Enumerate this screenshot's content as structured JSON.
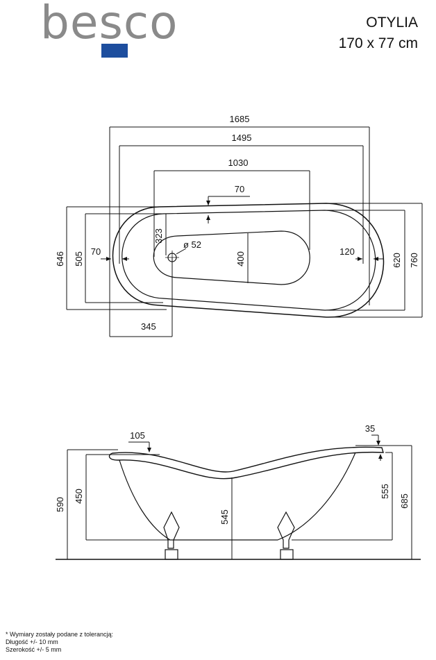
{
  "brand": {
    "logo_text": "besco",
    "accent_color": "#1d4e9e",
    "text_color": "#8a8a8a"
  },
  "product": {
    "name": "OTYLIA",
    "size": "170 x 77 cm"
  },
  "top_view": {
    "dims": {
      "length_outer": "1685",
      "length_rim": "1495",
      "length_bottom": "1030",
      "rim_top": "70",
      "rim_left": "70",
      "rim_right": "120",
      "height_323": "323",
      "drain": "ø 52",
      "bottom_width": "400",
      "width_646": "646",
      "width_505": "505",
      "width_620": "620",
      "width_760": "760",
      "drain_offset": "345"
    }
  },
  "side_view": {
    "dims": {
      "rim_105": "105",
      "rim_35": "35",
      "height_590": "590",
      "height_450": "450",
      "depth_545": "545",
      "height_555": "555",
      "height_685": "685"
    }
  },
  "notes": {
    "line1": "* Wymiary zostały podane z tolerancją:",
    "line2": "Długość +/- 10 mm",
    "line3": "Szerokość +/- 5 mm"
  }
}
